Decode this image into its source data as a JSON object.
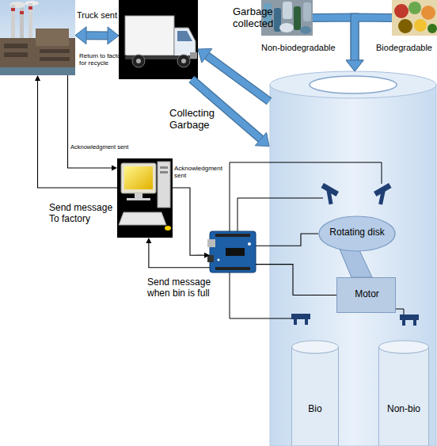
{
  "diagram": {
    "nodes": [
      {
        "text": []
      },
      {
        "text": []
      },
      {
        "text": [
          "Non-biodegradable"
        ]
      },
      {
        "text": [
          "Biodegradable"
        ]
      },
      {
        "text": []
      },
      {
        "text": []
      },
      {
        "text": [
          "Rotating disk"
        ],
        "in": 4
      },
      {
        "text": []
      },
      {
        "text": [
          "Motor"
        ],
        "in": 4
      },
      {
        "text": [
          "Bio"
        ],
        "in": 4
      },
      {
        "text": [
          "Non-bio"
        ],
        "in": 4
      }
    ],
    "edges": [
      {
        "from": 0,
        "to": 1,
        "arrow": "both",
        "label": "Truck sent"
      },
      {
        "from": 2,
        "to": 4,
        "arrow": "to"
      },
      {
        "from": 3,
        "to": 4,
        "arrow": "to"
      },
      {
        "from": 4,
        "to": 1,
        "arrow": "to",
        "label": "Garbage collected"
      },
      {
        "from": 1,
        "to": 4,
        "arrow": "to",
        "label": "Collecting Garbage"
      },
      {
        "from": 5,
        "to": 0,
        "arrow": "to",
        "label": "Send message To factory"
      },
      {
        "from": 0,
        "to": 5,
        "arrow": "to",
        "label": "Acknowledgment sent"
      },
      {
        "from": 5,
        "to": 7,
        "arrow": "to",
        "label": "Acknowledgment sent"
      },
      {
        "from": 7,
        "to": 5,
        "arrow": "to",
        "label": "Send message when bin is full"
      },
      {
        "from": 7,
        "to": 6,
        "arrow": "none"
      },
      {
        "from": 7,
        "to": 8,
        "arrow": "none"
      }
    ],
    "labels": [
      "Return to factory for recycle"
    ]
  }
}
